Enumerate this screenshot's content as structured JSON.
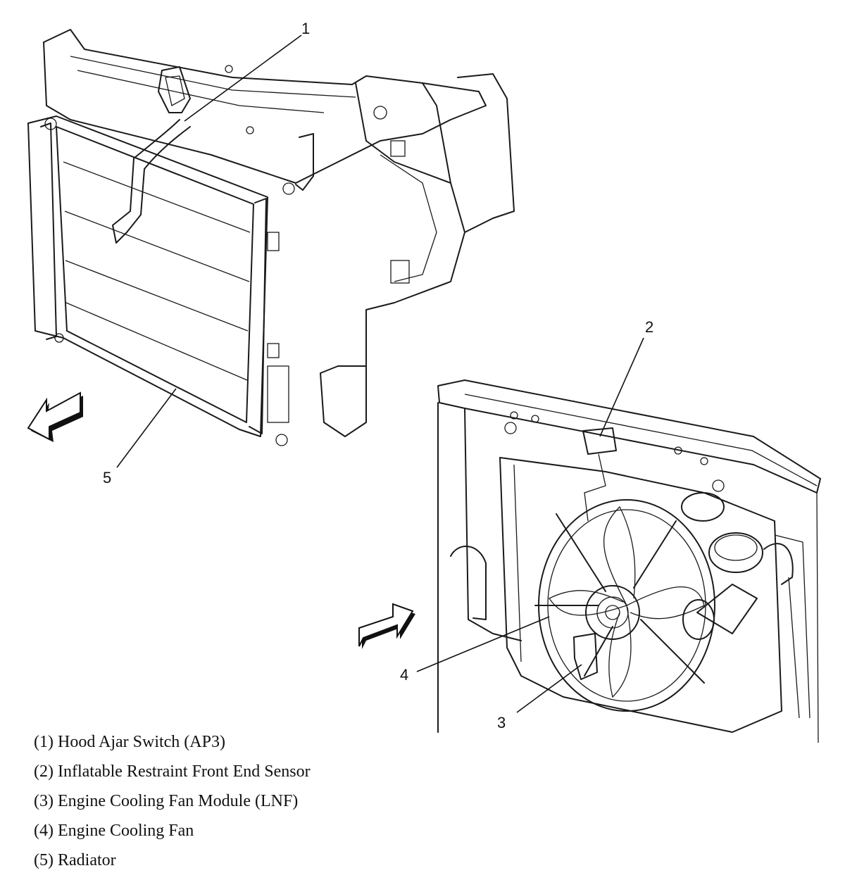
{
  "callouts": {
    "c1": "1",
    "c2": "2",
    "c3": "3",
    "c4": "4",
    "c5": "5"
  },
  "legend": [
    "(1) Hood Ajar Switch (AP3)",
    "(2) Inflatable Restraint Front End Sensor",
    "(3) Engine Cooling Fan Module (LNF)",
    "(4) Engine Cooling Fan",
    "(5) Radiator"
  ],
  "icons": {
    "left_view_arrow": "direction-arrow-icon",
    "right_view_arrow": "direction-arrow-icon"
  }
}
